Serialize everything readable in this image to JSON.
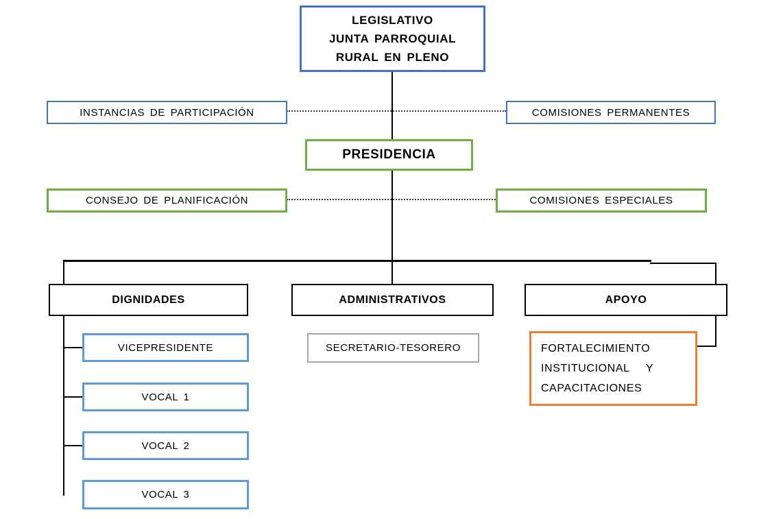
{
  "diagram": {
    "type": "org-chart",
    "nodes": {
      "legislativo": {
        "lines": [
          "LEGISLATIVO",
          "JUNTA PARROQUIAL",
          "RURAL EN PLENO"
        ]
      },
      "instancias": {
        "label": "INSTANCIAS DE PARTICIPACIÓN"
      },
      "comisiones_permanentes": {
        "label": "COMISIONES PERMANENTES"
      },
      "presidencia": {
        "label": "PRESIDENCIA"
      },
      "consejo_planificacion": {
        "label": "CONSEJO DE PLANIFICACIÓN"
      },
      "comisiones_especiales": {
        "label": "COMISIONES ESPECIALES"
      },
      "dignidades": {
        "label": "DIGNIDADES"
      },
      "administrativos": {
        "label": "ADMINISTRATIVOS"
      },
      "apoyo": {
        "label": "APOYO"
      },
      "vicepresidente": {
        "label": "VICEPRESIDENTE"
      },
      "vocal_1": {
        "label": "VOCAL 1"
      },
      "vocal_2": {
        "label": "VOCAL 2"
      },
      "vocal_3": {
        "label": "VOCAL 3"
      },
      "secretario_tesorero": {
        "label": "SECRETARIO-TESORERO"
      },
      "fortalecimiento": {
        "lines": [
          "FORTALECIMIENTO",
          "INSTITUCIONAL   Y",
          "CAPACITACIONES"
        ]
      }
    },
    "colors": {
      "dark_blue_border": "#4472C4",
      "light_blue_border": "#5B9BD5",
      "green_border": "#70AD47",
      "orange_border": "#ED7D31",
      "gray_border": "#A6A6A6",
      "black_border": "#000000",
      "connector": "#000000",
      "text": "#000000",
      "background": "#FFFFFF"
    },
    "edges": [
      "legislativo -> presidencia (solid vertical)",
      "instancias -- comisiones_permanentes (dotted staff line crossing trunk)",
      "consejo_planificacion -- comisiones_especiales (dotted staff line crossing trunk)",
      "presidencia -> dignidades (elbow)",
      "presidencia -> administrativos (vertical)",
      "presidencia -> apoyo (elbow)",
      "dignidades -> vicepresidente / vocal_1 / vocal_2 / vocal_3 (left rail with ticks)",
      "apoyo -> fortalecimiento (right-side elbow)"
    ]
  }
}
